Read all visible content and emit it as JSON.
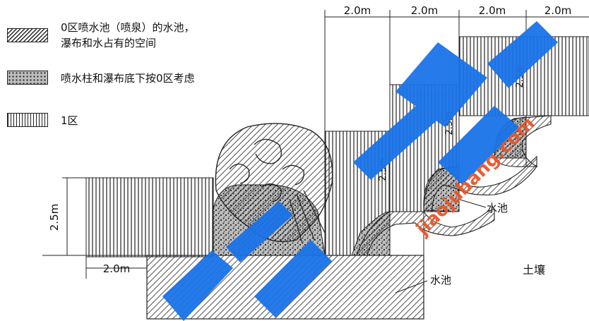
{
  "legend": {
    "zone0": {
      "line1": "0区喷水池（喷泉）的水池，",
      "line2": "瀑布和水占有的空间"
    },
    "zone0_under": {
      "label": "喷水柱和瀑布底下按0区考虑"
    },
    "zone1": {
      "label": "1区"
    }
  },
  "dimensions": {
    "top_widths": [
      "2.0m",
      "2.0m",
      "2.0m",
      "2.0m"
    ],
    "left_width": "2.0m",
    "left_height": "2.5m",
    "step_heights": [
      "2.5m",
      "2.5m",
      "2.5m"
    ]
  },
  "labels": {
    "pool_upper": "水池",
    "pool_lower": "水池",
    "soil": "土壤"
  },
  "watermark": {
    "url": "jiaojubang.com"
  },
  "colors": {
    "ink": "#111111",
    "watermark_blue": "#1a73e8",
    "watermark_orange": "#e8552a"
  }
}
